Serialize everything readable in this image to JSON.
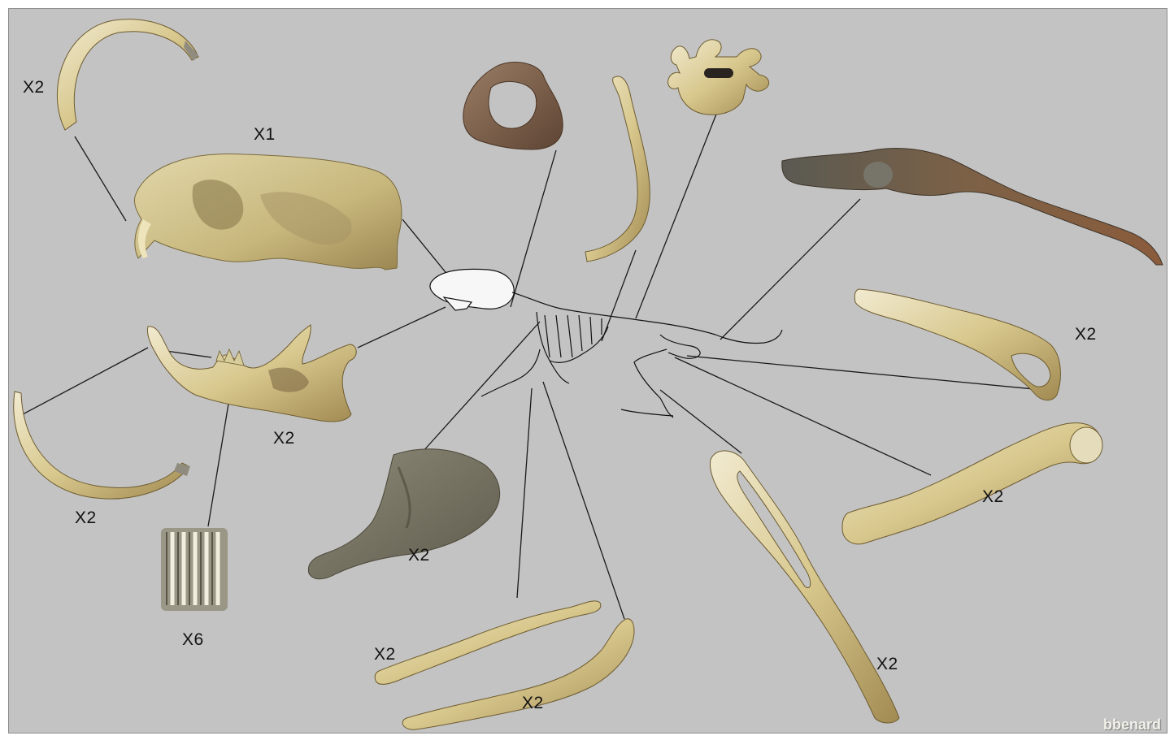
{
  "figure": {
    "credit": "bbenard",
    "count_labels": {
      "upper_incisor": "X2",
      "skull": "X1",
      "mandible": "X2",
      "lower_incisor": "X2",
      "molars": "X6",
      "scapula": "X2",
      "radius": "X2",
      "ulna": "X2",
      "pelvis": "X2",
      "femur": "X2",
      "tibia_fibula": "X2"
    },
    "colors": {
      "background": "#c3c3c3",
      "bone_light": "#e6dfb2",
      "bone_mid": "#c9b77a",
      "bone_dark": "#8f7a45",
      "leader_line": "#1a1a1a"
    },
    "icons": [
      "skeleton-diagram-icon"
    ]
  }
}
